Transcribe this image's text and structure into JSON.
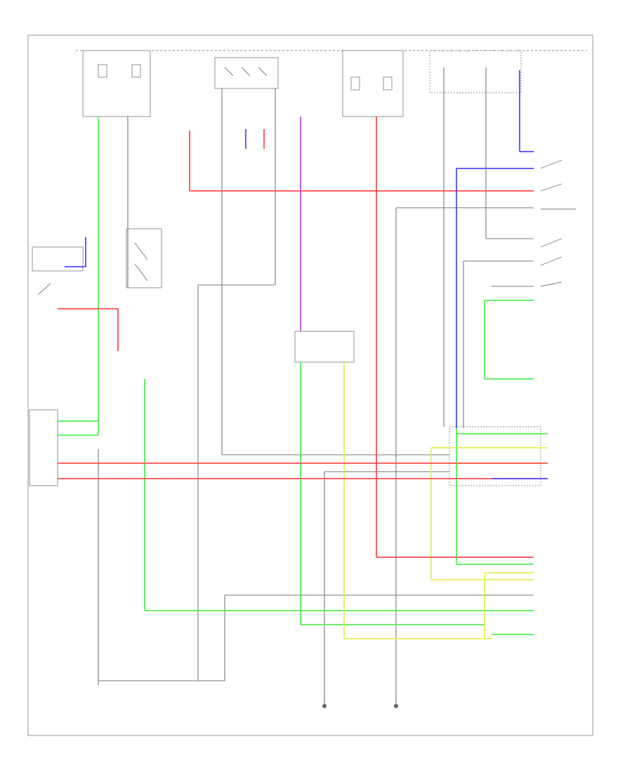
{
  "diagram": {
    "footer_code": "",
    "wire_colors": {
      "green": "#55ee55",
      "red": "#ff4d4d",
      "blue": "#4c4cff",
      "violet": "#c04ce0",
      "yellow": "#e6ee55",
      "gray": "#777777"
    },
    "components": [
      {
        "id": "fuse-box-1",
        "icon": "fuse-relay-block"
      },
      {
        "id": "fuse-box-2",
        "icon": "fuse-relay-block"
      },
      {
        "id": "fuse-box-3",
        "icon": "fuse-relay-block"
      },
      {
        "id": "relay-center",
        "icon": "relay"
      },
      {
        "id": "stop-lamp-switch",
        "icon": "switch"
      },
      {
        "id": "optical-control-module",
        "icon": "module"
      },
      {
        "id": "turn-signal-flasher",
        "icon": "flasher"
      },
      {
        "id": "trailer-connector",
        "icon": "connector"
      },
      {
        "id": "ground-1",
        "icon": "ground"
      },
      {
        "id": "ground-2",
        "icon": "ground"
      }
    ]
  }
}
